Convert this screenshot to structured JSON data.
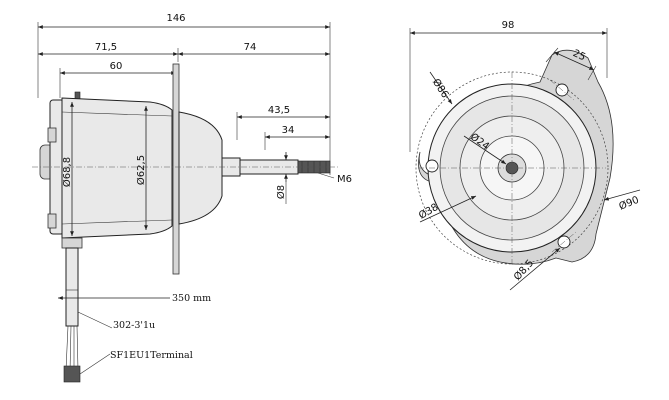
{
  "side_view": {
    "overall_length": "146",
    "body_length": "71,5",
    "housing_length": "60",
    "shaft_extension": "74",
    "shaft_to_flange": "43,5",
    "shaft_length": "34",
    "diameter_body": "Ø68,8",
    "diameter_inner": "Ø62,5",
    "diameter_shaft": "Ø8",
    "thread": "M6",
    "cable_length": "350 mm",
    "cable_label": "302-3'1u",
    "terminal_label": "SF1EU1Terminal"
  },
  "front_view": {
    "flange_width": "98",
    "lug_width": "25",
    "diameter_86": "Ø86",
    "diameter_90": "Ø90",
    "diameter_24": "Ø24",
    "diameter_38": "Ø38",
    "hole_diameter": "Ø8,5"
  }
}
